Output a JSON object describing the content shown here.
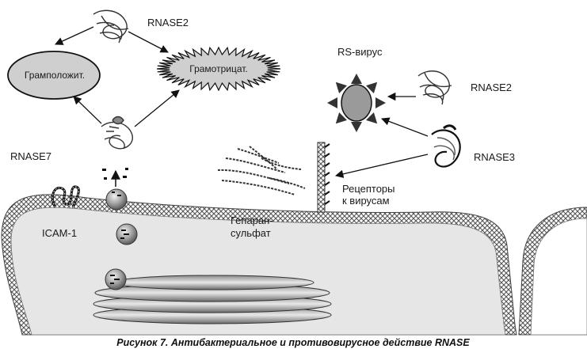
{
  "labels": {
    "rnase2_top": "RNASE2",
    "gram_positive": "Грамположит.",
    "gram_negative": "Грамотрицат.",
    "rnase7": "RNASE7",
    "icam1": "ICAM-1",
    "rs_virus": "RS-вирус",
    "rnase2_right": "RNASE2",
    "rnase3": "RNASE3",
    "receptors_line1": "Рецепторы",
    "receptors_line2": "к вирусам",
    "heparan_line1": "Гепаран-",
    "heparan_line2": "сульфат"
  },
  "caption": "Рисунок 7. Антибактериальное и противовирусное действие RNASE",
  "colors": {
    "cytoplasm": "#e6e6e6",
    "membrane": "#6e6e6e",
    "gram_fill": "#cfcfcf",
    "virus_core": "#9a9a9a",
    "spike": "#333333"
  }
}
